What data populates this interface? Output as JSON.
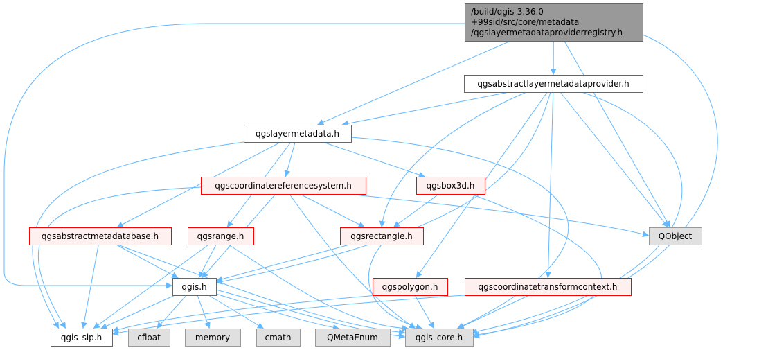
{
  "colors": {
    "edge": "#63b8ff",
    "root_fill": "#999999",
    "root_stroke": "#666666",
    "plain_fill": "#ffffff",
    "plain_stroke": "#666666",
    "red_fill": "#fff0f0",
    "red_stroke": "#ff0000",
    "gray_fill": "#e0e0e0",
    "gray_stroke": "#999999",
    "text": "#000000"
  },
  "nodes": [
    {
      "id": "root",
      "style": "root",
      "lines": [
        "/build/qgis-3.36.0",
        "+99sid/src/core/metadata",
        "/qgslayermetadataproviderregistry.h"
      ]
    },
    {
      "id": "abstractprovider",
      "style": "plain",
      "lines": [
        "qgsabstractlayermetadataprovider.h"
      ]
    },
    {
      "id": "layermetadata",
      "style": "plain",
      "lines": [
        "qgslayermetadata.h"
      ]
    },
    {
      "id": "crs",
      "style": "red",
      "lines": [
        "qgscoordinatereferencesystem.h"
      ]
    },
    {
      "id": "box3d",
      "style": "red",
      "lines": [
        "qgsbox3d.h"
      ]
    },
    {
      "id": "qobject",
      "style": "gray",
      "lines": [
        "QObject"
      ]
    },
    {
      "id": "abstractdb",
      "style": "red",
      "lines": [
        "qgsabstractmetadatabase.h"
      ]
    },
    {
      "id": "range",
      "style": "red",
      "lines": [
        "qgsrange.h"
      ]
    },
    {
      "id": "rectangle",
      "style": "red",
      "lines": [
        "qgsrectangle.h"
      ]
    },
    {
      "id": "qgis",
      "style": "plain",
      "lines": [
        "qgis.h"
      ]
    },
    {
      "id": "polygon",
      "style": "red",
      "lines": [
        "qgspolygon.h"
      ]
    },
    {
      "id": "ctc",
      "style": "red",
      "lines": [
        "qgscoordinatetransformcontext.h"
      ]
    },
    {
      "id": "sip",
      "style": "plain",
      "lines": [
        "qgis_sip.h"
      ]
    },
    {
      "id": "cfloat",
      "style": "gray",
      "lines": [
        "cfloat"
      ]
    },
    {
      "id": "memory",
      "style": "gray",
      "lines": [
        "memory"
      ]
    },
    {
      "id": "cmath",
      "style": "gray",
      "lines": [
        "cmath"
      ]
    },
    {
      "id": "qmetaenum",
      "style": "gray",
      "lines": [
        "QMetaEnum"
      ]
    },
    {
      "id": "core",
      "style": "gray",
      "lines": [
        "qgis_core.h"
      ]
    }
  ],
  "edges": [
    [
      "root",
      "abstractprovider"
    ],
    [
      "root",
      "layermetadata"
    ],
    [
      "root",
      "qobject"
    ],
    [
      "root",
      "core"
    ],
    [
      "root",
      "qgis"
    ],
    [
      "abstractprovider",
      "layermetadata"
    ],
    [
      "abstractprovider",
      "rectangle"
    ],
    [
      "abstractprovider",
      "qgis"
    ],
    [
      "abstractprovider",
      "polygon"
    ],
    [
      "abstractprovider",
      "ctc"
    ],
    [
      "abstractprovider",
      "qobject"
    ],
    [
      "abstractprovider",
      "core"
    ],
    [
      "layermetadata",
      "crs"
    ],
    [
      "layermetadata",
      "box3d"
    ],
    [
      "layermetadata",
      "abstractdb"
    ],
    [
      "layermetadata",
      "range"
    ],
    [
      "layermetadata",
      "sip"
    ],
    [
      "layermetadata",
      "core"
    ],
    [
      "crs",
      "rectangle"
    ],
    [
      "crs",
      "qobject"
    ],
    [
      "crs",
      "qgis"
    ],
    [
      "crs",
      "sip"
    ],
    [
      "crs",
      "core"
    ],
    [
      "box3d",
      "rectangle"
    ],
    [
      "box3d",
      "core"
    ],
    [
      "abstractdb",
      "qgis"
    ],
    [
      "abstractdb",
      "sip"
    ],
    [
      "abstractdb",
      "core"
    ],
    [
      "range",
      "qgis"
    ],
    [
      "range",
      "sip"
    ],
    [
      "range",
      "core"
    ],
    [
      "rectangle",
      "qgis"
    ],
    [
      "rectangle",
      "core"
    ],
    [
      "qgis",
      "sip"
    ],
    [
      "qgis",
      "cfloat"
    ],
    [
      "qgis",
      "memory"
    ],
    [
      "qgis",
      "cmath"
    ],
    [
      "qgis",
      "qmetaenum"
    ],
    [
      "qgis",
      "core"
    ],
    [
      "polygon",
      "sip"
    ],
    [
      "polygon",
      "core"
    ],
    [
      "ctc",
      "sip"
    ],
    [
      "ctc",
      "core"
    ]
  ]
}
